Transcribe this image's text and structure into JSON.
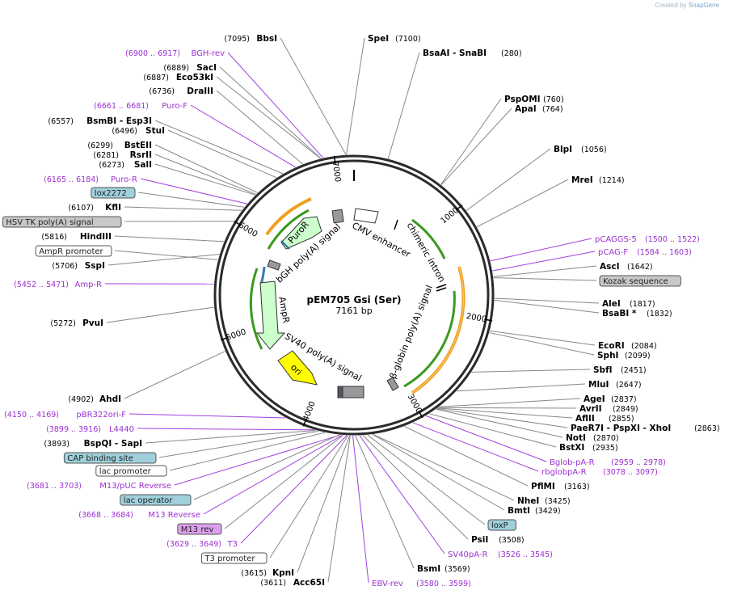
{
  "watermark": {
    "prefix": "Created by",
    "brand": "SnapGene"
  },
  "plasmid": {
    "name": "pEM705 Gsi (Ser)",
    "length": "7161 bp",
    "total_bp": 7161
  },
  "colors": {
    "enzyme": "#000000",
    "primer": "#9b30d0",
    "backbone": "#333333"
  },
  "ticks": [
    "1000",
    "2000",
    "3000",
    "4000",
    "5000",
    "6000",
    "7000"
  ],
  "features": [
    {
      "label": "CMV enhancer",
      "color": "#ffffff",
      "start": 235,
      "end": 614
    },
    {
      "label": "chimeric intron",
      "color": "#ffffff",
      "start": 1170,
      "end": 1400
    },
    {
      "label": "β-globin poly(A) signal",
      "color": "#ffffff",
      "start": 2870,
      "end": 2920
    },
    {
      "label": "SV40 poly(A) signal",
      "color": "#ffffff",
      "start": 3660,
      "end": 3820
    },
    {
      "label": "ori",
      "color": "#ffff00",
      "start": 3920,
      "end": 4500
    },
    {
      "label": "AmpR",
      "color": "#ccffcc",
      "start": 4690,
      "end": 5550
    },
    {
      "label": "AmpR promoter",
      "color": "#ffffff",
      "start": 5550,
      "end": 5660
    },
    {
      "label": "PuroR",
      "color": "#ccffcc",
      "start": 6200,
      "end": 6650
    },
    {
      "label": "bGH poly(A) signal",
      "color": "#ffffff",
      "start": 6660,
      "end": 6870
    }
  ],
  "sites": [
    {
      "text": "BbsI",
      "pos": "(7095)",
      "kind": "enzyme",
      "bp": 7095
    },
    {
      "text": "SpeI",
      "pos": "(7100)",
      "kind": "enzyme",
      "bp": 7100
    },
    {
      "text": "BsaAI - SnaBI",
      "pos": "(280)",
      "kind": "enzyme",
      "bp": 280
    },
    {
      "text": "BGH-rev",
      "pos": "(6900 .. 6917)",
      "kind": "primer",
      "bp": 6908
    },
    {
      "text": "SacI",
      "pos": "(6889)",
      "kind": "enzyme",
      "bp": 6889
    },
    {
      "text": "Eco53kI",
      "pos": "(6887)",
      "kind": "enzyme",
      "bp": 6887
    },
    {
      "text": "DraIII",
      "pos": "(6736)",
      "kind": "enzyme",
      "bp": 6736
    },
    {
      "text": "Puro-F",
      "pos": "(6661 .. 6681)",
      "kind": "primer",
      "bp": 6671
    },
    {
      "text": "BsmBI - Esp3I",
      "pos": "(6557)",
      "kind": "enzyme",
      "bp": 6557
    },
    {
      "text": "StuI",
      "pos": "(6496)",
      "kind": "enzyme",
      "bp": 6496
    },
    {
      "text": "BstEII",
      "pos": "(6299)",
      "kind": "enzyme",
      "bp": 6299
    },
    {
      "text": "RsrII",
      "pos": "(6281)",
      "kind": "enzyme",
      "bp": 6281
    },
    {
      "text": "SalI",
      "pos": "(6273)",
      "kind": "enzyme",
      "bp": 6273
    },
    {
      "text": "Puro-R",
      "pos": "(6165 .. 6184)",
      "kind": "primer",
      "bp": 6175
    },
    {
      "text": "lox2272",
      "pos": "",
      "kind": "feature-blue",
      "bp": 6140
    },
    {
      "text": "KflI",
      "pos": "(6107)",
      "kind": "enzyme",
      "bp": 6107
    },
    {
      "text": "HSV TK poly(A) signal",
      "pos": "",
      "kind": "feature-gray",
      "bp": 6000
    },
    {
      "text": "HindIII",
      "pos": "(5816)",
      "kind": "enzyme",
      "bp": 5816
    },
    {
      "text": "AmpR promoter",
      "pos": "",
      "kind": "feature-white",
      "bp": 5660
    },
    {
      "text": "SspI",
      "pos": "(5706)",
      "kind": "enzyme",
      "bp": 5706
    },
    {
      "text": "Amp-R",
      "pos": "(5452 .. 5471)",
      "kind": "primer",
      "bp": 5461
    },
    {
      "text": "PvuI",
      "pos": "(5272)",
      "kind": "enzyme",
      "bp": 5272
    },
    {
      "text": "AhdI",
      "pos": "(4902)",
      "kind": "enzyme",
      "bp": 4902
    },
    {
      "text": "pBR322ori-F",
      "pos": "(4150 .. 4169)",
      "kind": "primer",
      "bp": 4160
    },
    {
      "text": "L4440",
      "pos": "(3899 .. 3916)",
      "kind": "primer",
      "bp": 3908
    },
    {
      "text": "BspQI - SapI",
      "pos": "(3893)",
      "kind": "enzyme",
      "bp": 3893
    },
    {
      "text": "CAP binding site",
      "pos": "",
      "kind": "feature-blue",
      "bp": 3870
    },
    {
      "text": "lac promoter",
      "pos": "",
      "kind": "feature-white",
      "bp": 3820
    },
    {
      "text": "M13/pUC Reverse",
      "pos": "(3681 .. 3703)",
      "kind": "primer",
      "bp": 3692
    },
    {
      "text": "lac operator",
      "pos": "",
      "kind": "feature-blue",
      "bp": 3700
    },
    {
      "text": "M13 Reverse",
      "pos": "(3668 .. 3684)",
      "kind": "primer",
      "bp": 3676
    },
    {
      "text": "M13 rev",
      "pos": "",
      "kind": "feature-purple",
      "bp": 3670
    },
    {
      "text": "T3",
      "pos": "(3629 .. 3649)",
      "kind": "primer",
      "bp": 3639
    },
    {
      "text": "T3 promoter",
      "pos": "",
      "kind": "feature-white",
      "bp": 3630
    },
    {
      "text": "KpnI",
      "pos": "(3615)",
      "kind": "enzyme",
      "bp": 3615
    },
    {
      "text": "Acc65I",
      "pos": "(3611)",
      "kind": "enzyme",
      "bp": 3611
    },
    {
      "text": "EBV-rev",
      "pos": "(3580 .. 3599)",
      "kind": "primer",
      "bp": 3590
    },
    {
      "text": "BsmI",
      "pos": "(3569)",
      "kind": "enzyme",
      "bp": 3569
    },
    {
      "text": "SV40pA-R",
      "pos": "(3526 .. 3545)",
      "kind": "primer",
      "bp": 3535
    },
    {
      "text": "PsiI",
      "pos": "(3508)",
      "kind": "enzyme",
      "bp": 3508
    },
    {
      "text": "loxP",
      "pos": "",
      "kind": "feature-blue",
      "bp": 3470
    },
    {
      "text": "BmtI",
      "pos": "(3429)",
      "kind": "enzyme",
      "bp": 3429
    },
    {
      "text": "NheI",
      "pos": "(3425)",
      "kind": "enzyme",
      "bp": 3425
    },
    {
      "text": "PflMI",
      "pos": "(3163)",
      "kind": "enzyme",
      "bp": 3163
    },
    {
      "text": "rbglobpA-R",
      "pos": "(3078 .. 3097)",
      "kind": "primer",
      "bp": 3087
    },
    {
      "text": "Bglob-pA-R",
      "pos": "(2959 .. 2978)",
      "kind": "primer",
      "bp": 2968
    },
    {
      "text": "BstXI",
      "pos": "(2935)",
      "kind": "enzyme",
      "bp": 2935
    },
    {
      "text": "NotI",
      "pos": "(2870)",
      "kind": "enzyme",
      "bp": 2870
    },
    {
      "text": "PaeR7I - PspXI - XhoI",
      "pos": "(2863)",
      "kind": "enzyme",
      "bp": 2863
    },
    {
      "text": "AflII",
      "pos": "(2855)",
      "kind": "enzyme",
      "bp": 2855
    },
    {
      "text": "AvrII",
      "pos": "(2849)",
      "kind": "enzyme",
      "bp": 2849
    },
    {
      "text": "AgeI",
      "pos": "(2837)",
      "kind": "enzyme",
      "bp": 2837
    },
    {
      "text": "MluI",
      "pos": "(2647)",
      "kind": "enzyme",
      "bp": 2647
    },
    {
      "text": "SbfI",
      "pos": "(2451)",
      "kind": "enzyme",
      "bp": 2451
    },
    {
      "text": "SphI",
      "pos": "(2099)",
      "kind": "enzyme",
      "bp": 2099
    },
    {
      "text": "EcoRI",
      "pos": "(2084)",
      "kind": "enzyme",
      "bp": 2084
    },
    {
      "text": "BsaBI *",
      "pos": "(1832)",
      "kind": "enzyme",
      "bp": 1832
    },
    {
      "text": "AleI",
      "pos": "(1817)",
      "kind": "enzyme",
      "bp": 1817
    },
    {
      "text": "Kozak sequence",
      "pos": "",
      "kind": "feature-gray",
      "bp": 1650
    },
    {
      "text": "AscI",
      "pos": "(1642)",
      "kind": "enzyme",
      "bp": 1642
    },
    {
      "text": "pCAG-F",
      "pos": "(1584 .. 1603)",
      "kind": "primer",
      "bp": 1593
    },
    {
      "text": "pCAGGS-5",
      "pos": "(1500 .. 1522)",
      "kind": "primer",
      "bp": 1511
    },
    {
      "text": "MreI",
      "pos": "(1214)",
      "kind": "enzyme",
      "bp": 1214
    },
    {
      "text": "BlpI",
      "pos": "(1056)",
      "kind": "enzyme",
      "bp": 1056
    },
    {
      "text": "ApaI",
      "pos": "(764)",
      "kind": "enzyme",
      "bp": 764
    },
    {
      "text": "PspOMI",
      "pos": "(760)",
      "kind": "enzyme",
      "bp": 760
    }
  ]
}
